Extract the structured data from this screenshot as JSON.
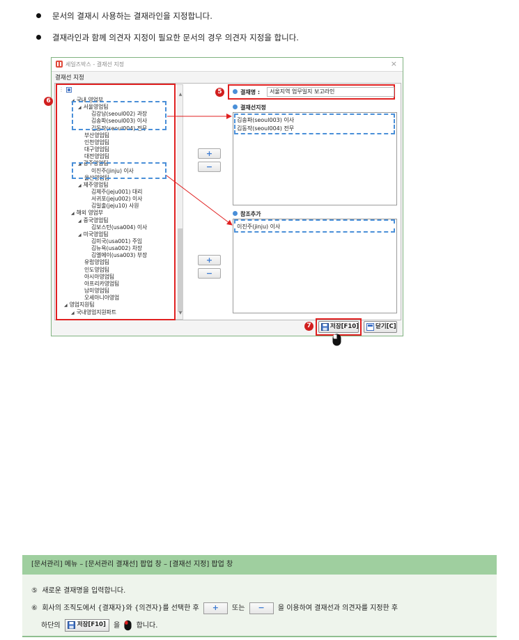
{
  "intro": {
    "bullet1": "문서의 결재시 사용하는 결재라인을 지정합니다.",
    "bullet2": "결재라인과 함께 의견자 지정이 필요한 문서의 경우 의견자 지정을 합니다."
  },
  "window": {
    "title": "세일즈박스 - 결재선 지정",
    "subtitle": "결재선 지정",
    "close": "×",
    "tree": {
      "rows": [
        "국내 영업부",
        "서울영업팀",
        "김강남(seoul002) 과장",
        "김송파(seoul003) 이사",
        "김동작(seoul004) 전무",
        "부산영업팀",
        "인천영업팀",
        "대구영업팀",
        "대전영업팀",
        "광주영업팀",
        "이진주(jinju) 이사",
        "울산영업팀",
        "제주영업팀",
        "김제주(jeju001) 대리",
        "서귀포(jeju002) 이사",
        "김일출(jeju10) 사원",
        "해외 영업부",
        "중국영업팀",
        "김보스턴(usa004) 이사",
        "미국영업팀",
        "김미국(usa001) 주임",
        "김뉴욕(usa002) 차장",
        "김엘에이(usa003) 부장",
        "유럽영업팀",
        "인도영업팀",
        "아시아영업팀",
        "아프리카영업팀",
        "남미영업팀",
        "오세아니아영업",
        "영업지원팀",
        "국내영업지원파트"
      ]
    },
    "approval_name_label": "결재명 :",
    "approval_name_value": "서울지역 업무일지 보고라인",
    "approver_label": "결재선지정",
    "approvers": [
      "김송파(seoul003) 이사",
      "김동작(seoul004) 전무"
    ],
    "reference_label": "참조추가",
    "references": [
      "이진주(jinju) 이사"
    ],
    "plus": "+",
    "minus": "−",
    "save_button": "저장[F10]",
    "close_button": "닫기[C]"
  },
  "badges": {
    "five": "5",
    "six": "6",
    "seven": "7"
  },
  "info": {
    "header": "[문서관리] 메뉴 – [문서관리 결재선] 팝업 창 – [결재선 지정] 팝업 창",
    "line1_num": "⑤",
    "line1": "새로운 결재명을 입력합니다.",
    "line2_num": "⑥",
    "line2_a": "회사의 조직도에서 {결재자}와 {의견자}를 선택한 후",
    "line2_b": "또는",
    "line2_c": "을 이용하여 결재선과 의견자를 지정한 후",
    "line3_a": "하단의",
    "line3_b": "을",
    "line3_c": "합니다."
  },
  "colors": {
    "highlight_red": "#e02020",
    "dash_blue": "#4a8fd8",
    "info_header": "#9fcf9f"
  }
}
